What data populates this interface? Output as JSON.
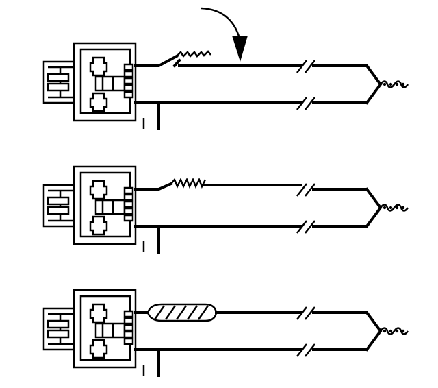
{
  "diagram": {
    "panels": [
      {
        "id": "panel-1",
        "splice": "exposed-twisted-strands",
        "arrow": true
      },
      {
        "id": "panel-2",
        "splice": "twisted-strands-on-wire",
        "arrow": false
      },
      {
        "id": "panel-3",
        "splice": "insulated-wrapped",
        "arrow": false
      }
    ],
    "colors": {
      "line": "#000000",
      "background": "#ffffff"
    }
  }
}
